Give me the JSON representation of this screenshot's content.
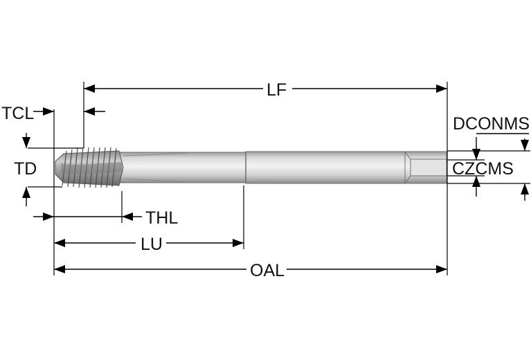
{
  "labels": {
    "lf": "LF",
    "tcl": "TCL",
    "td": "TD",
    "thl": "THL",
    "lu": "LU",
    "oal": "OAL",
    "dconms": "DCONMS",
    "czcms": "CZCMS"
  },
  "colors": {
    "line": "#000000",
    "tool_light": "#e6e6e6",
    "tool_mid": "#bdbdbd",
    "tool_dark": "#6e6e6e"
  }
}
